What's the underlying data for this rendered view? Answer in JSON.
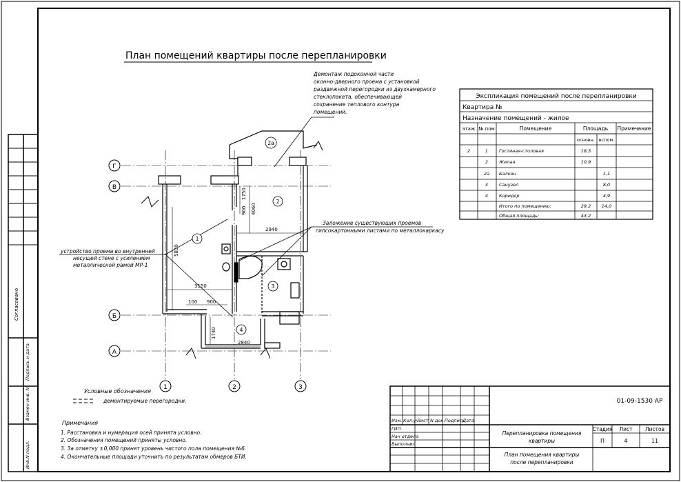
{
  "title": "План помещений квартиры после перепланировки",
  "callouts": {
    "dismantle": [
      "Демонтаж подоконной части",
      "оконно-дверного проема с установкой",
      "раздвижной перегородки из двухкамерного",
      "стеклопакета, обеспечивающей",
      "сохранение теплового контура",
      "помещений."
    ],
    "opening": [
      "устройство проема во внутренней",
      "несущей стене с усилением",
      "металлической рамой МР-1"
    ],
    "sealing": [
      "Заложение существующих проемов",
      "гипсокартонными листами по металлокаркасу"
    ]
  },
  "axes": {
    "rows": [
      "Г",
      "В",
      "Б",
      "А"
    ],
    "cols": [
      "1",
      "2",
      "3"
    ]
  },
  "rooms": [
    "1",
    "2",
    "2а",
    "3",
    "4"
  ],
  "dimensions": {
    "d1750": "1750",
    "d900v": "900",
    "d4060": "4060",
    "d5830": "5830",
    "d2940": "2940",
    "d3150": "3150",
    "d100": "100",
    "d900h": "900",
    "d1740": "1740",
    "d2840": "2840"
  },
  "explication": {
    "title": "Экспликация помещений после перепланировки",
    "apartment": "Квартира №",
    "purpose": "Назначение помещений - жилое",
    "headers": {
      "floor": "этаж",
      "num": "№ пом",
      "room": "Помещение",
      "area": "Площадь",
      "main": "основн.",
      "aux": "вспом.",
      "note": "Примечание"
    },
    "rows": [
      {
        "floor": "2",
        "num": "1",
        "name": "Гостиная-столовая",
        "main": "18,3",
        "aux": ""
      },
      {
        "floor": "",
        "num": "2",
        "name": "Жилая",
        "main": "10,9",
        "aux": ""
      },
      {
        "floor": "",
        "num": "2а",
        "name": "Балкон",
        "main": "",
        "aux": "1,1"
      },
      {
        "floor": "",
        "num": "3",
        "name": "Санузел",
        "main": "",
        "aux": "8,0"
      },
      {
        "floor": "",
        "num": "4",
        "name": "Коридор",
        "main": "",
        "aux": "4,9"
      },
      {
        "floor": "",
        "num": "",
        "name": "Итого по помещению:",
        "main": "29,2",
        "aux": "14,0"
      },
      {
        "floor": "",
        "num": "",
        "name": "Общая площадь:",
        "main": "43,2",
        "aux": ""
      }
    ]
  },
  "legend": {
    "title": "Условные обозначения",
    "item": "демонтируемые перегородки."
  },
  "notes": {
    "title": "Примечания",
    "items": [
      "1. Расстановка  и нумерация осей принята условно.",
      "2. Обозначения помещений приняты условно.",
      "3. За отметку ±0,000 принят уровень чистого пола помещения №6.",
      "4. Окончательные площади уточнить по результатам обмеров БТИ."
    ]
  },
  "side_labels": {
    "agreed": "Согласовано",
    "inv_replace": "Взамен инв. N",
    "sign_date": "Подпись и дата",
    "inv_orig": "Инв.N подл."
  },
  "stamp": {
    "code": "01-09-1530 АР",
    "cols": [
      "Изм.",
      "Кол.уч",
      "Лист",
      "N док.",
      "Подпись",
      "Дата"
    ],
    "roles": [
      "ГИП",
      "Нач отдела",
      "Выполнил"
    ],
    "object": [
      "Перепланировка помещения",
      "квартиры"
    ],
    "sheet_title": [
      "План помещения квартиры",
      "после перепланировки"
    ],
    "stage_label": "Стадия",
    "sheet_label": "Лист",
    "sheets_label": "Листов",
    "stage": "П",
    "sheet": "4",
    "sheets": "11"
  }
}
